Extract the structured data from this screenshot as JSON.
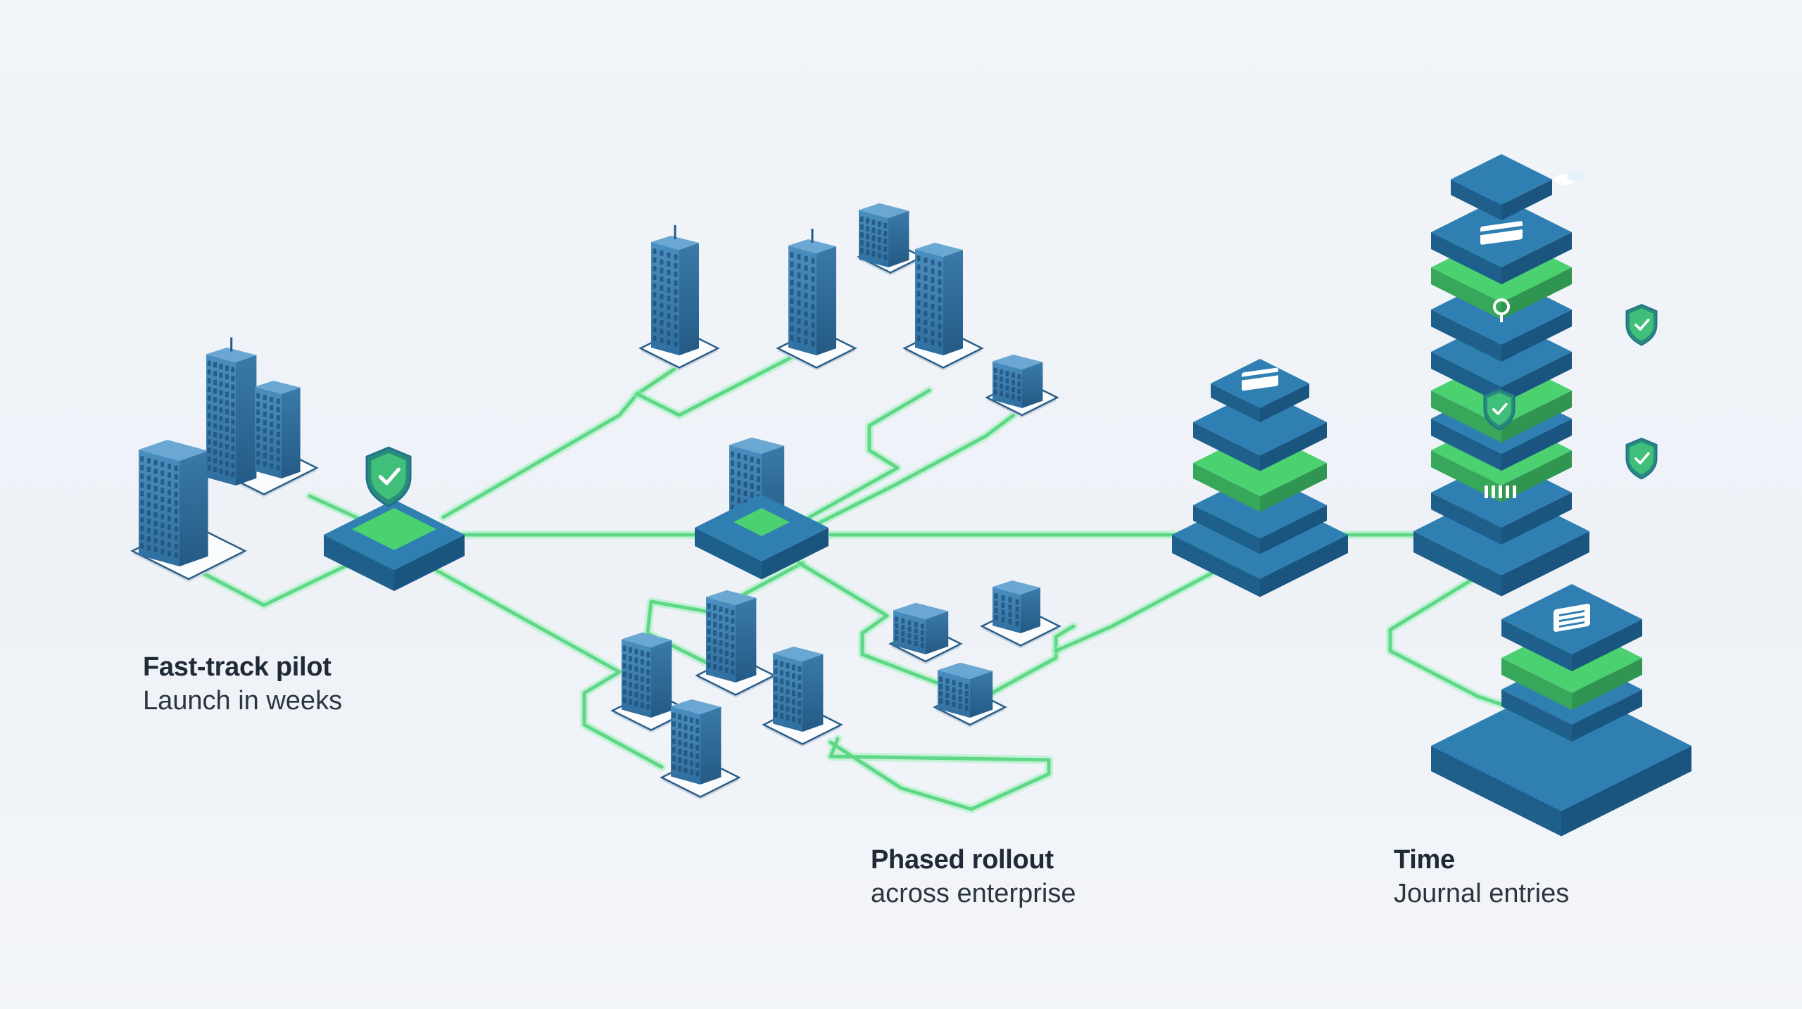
{
  "captions": {
    "pilot": {
      "title": "Fast-track pilot",
      "subtitle": "Launch in weeks"
    },
    "rollout": {
      "title": "Phased rollout",
      "subtitle": "across enterprise"
    },
    "time": {
      "title": "Time",
      "subtitle": "Journal entries"
    }
  },
  "colors": {
    "platform_blue": "#2f7fb3",
    "platform_dark": "#1f5f8c",
    "accent_green": "#4bd170",
    "connector_green": "#5ed886",
    "building_blue": "#3d7fae",
    "background": "#eef2f7",
    "text": "#1f2a36"
  },
  "icons": {
    "pilot_hub_shield": "shield-check-icon",
    "right_stack_badges": [
      "shield-check-icon",
      "shield-check-icon",
      "shield-check-icon"
    ],
    "stack_layer_icons": [
      "coins-icon",
      "credit-card-icon",
      "search-icon",
      "document-icon",
      "receipt-icon"
    ]
  }
}
